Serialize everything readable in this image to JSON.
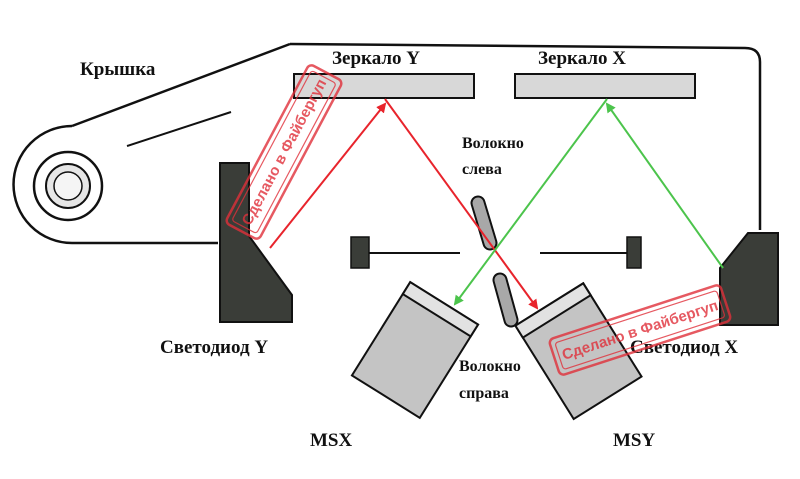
{
  "labels": {
    "cover": "Крышка",
    "mirror_y": "Зеркало Y",
    "mirror_x": "Зеркало X",
    "fiber_left_line1": "Волокно",
    "fiber_left_line2": "слева",
    "fiber_right_line1": "Волокно",
    "fiber_right_line2": "справа",
    "led_y": "Светодиод Y",
    "led_x": "Светодиод X",
    "msx": "MSX",
    "msy": "MSY"
  },
  "watermark": {
    "text": "Сделано в Файбергуп"
  },
  "colors": {
    "ink": "#111111",
    "dark_block": "#3a3d38",
    "mirror_fill": "#d8d8d8",
    "sensor_fill": "#c4c4c4",
    "beam_y": "#e8242c",
    "beam_x": "#4cc44c",
    "stamp": "#e0303a"
  }
}
